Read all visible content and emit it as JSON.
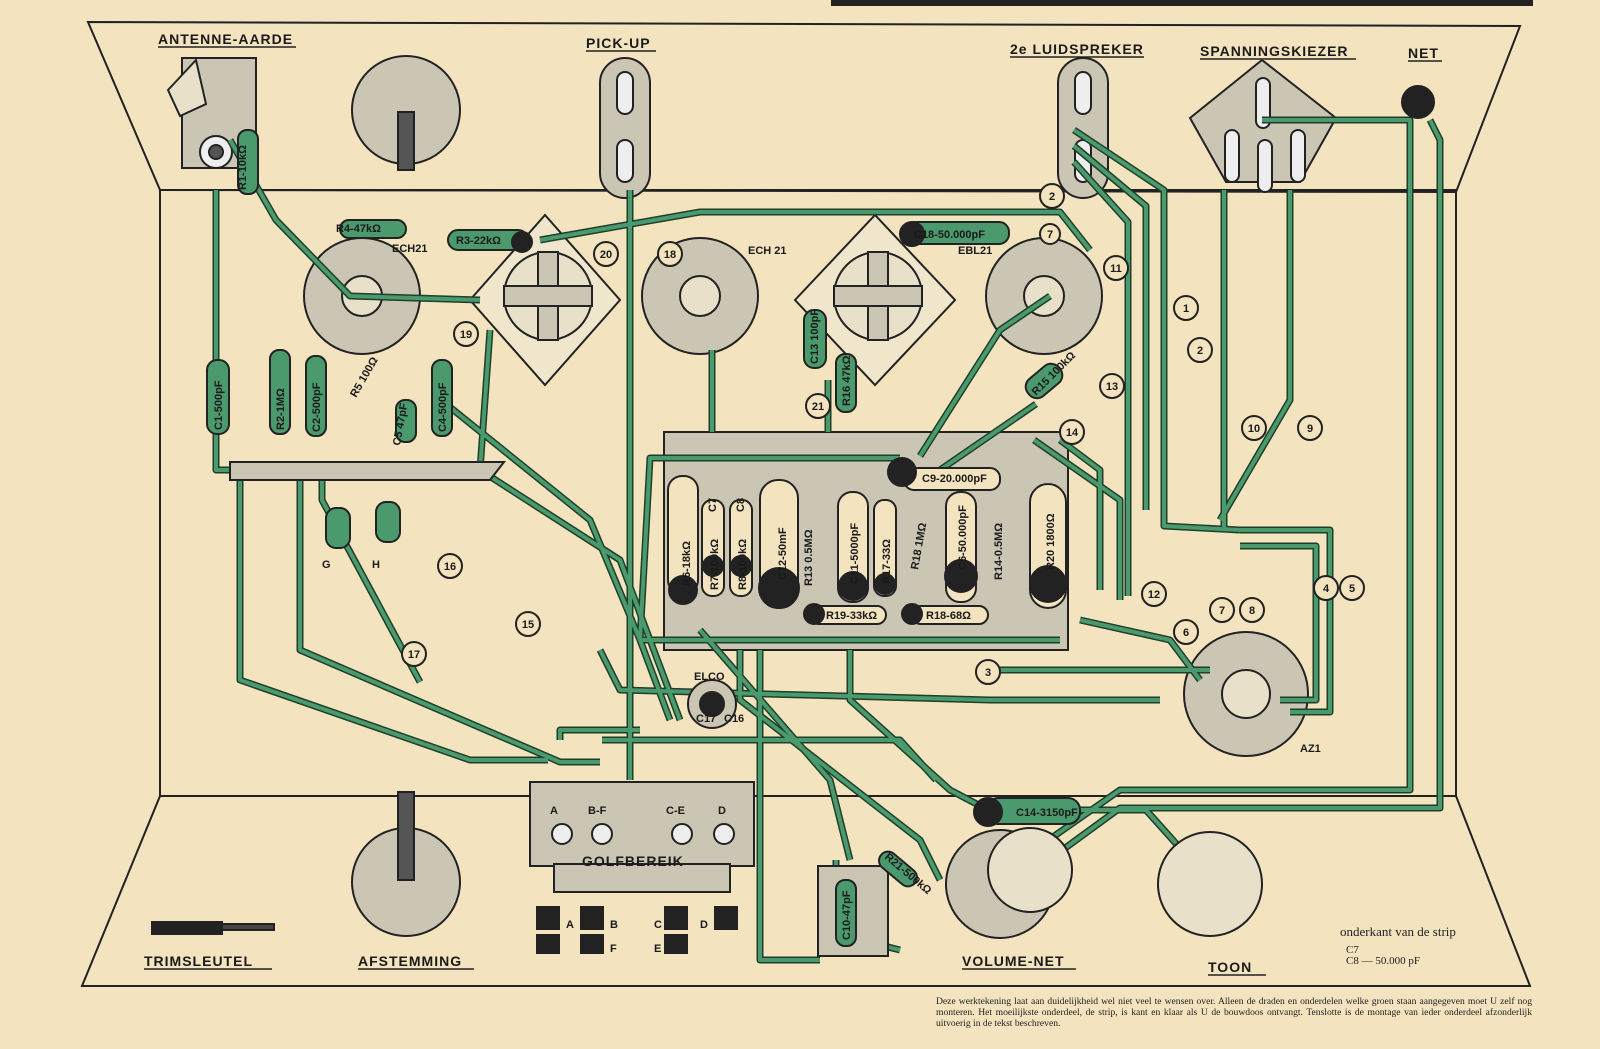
{
  "colors": {
    "paper": "#f3e3bf",
    "wire": "#4a9a6e",
    "chassis_grey": "#cbc5b3",
    "ink": "#1a1a1a"
  },
  "labels": {
    "antenne": "ANTENNE-AARDE",
    "pickup": "PICK-UP",
    "luidspreker": "2e LUIDSPREKER",
    "spanningskiezer": "SPANNINGSKIEZER",
    "net": "NET",
    "ech21_left": "ECH21",
    "ech21_mid": "ECH 21",
    "ebl21": "EBL21",
    "elco": "ELCO",
    "azi": "AZ1",
    "golfbereik": "GOLFBEREIK",
    "trimsleutel": "TRIMSLEUTEL",
    "afstemming": "AFSTEMMING",
    "volume_net": "VOLUME-NET",
    "toon": "TOON",
    "g": "G",
    "h": "H",
    "switch_a": "A",
    "switch_bf": "B-F",
    "switch_ce": "C-E",
    "switch_d": "D",
    "sw_A": "A",
    "sw_B": "B",
    "sw_F": "F",
    "sw_C": "C",
    "sw_E": "E",
    "sw_D": "D"
  },
  "components": {
    "r1": "R1-10kΩ",
    "r2": "R2-1MΩ",
    "r3": "R3-22kΩ",
    "r4": "R4-47kΩ",
    "r5": "R5 100Ω",
    "r6": "R6-18kΩ",
    "r7": "R7-100kΩ",
    "r8": "R8-100kΩ",
    "r13": "R13 0.5MΩ",
    "r14": "R14-0.5MΩ",
    "r15": "R15 100kΩ",
    "r16": "R16 47kΩ",
    "r17": "R17-33Ω",
    "r18": "R18 1MΩ",
    "r19": "R19-33kΩ",
    "r18b": "R18-68Ω",
    "r20": "R20 1800Ω",
    "c1": "C1-500pF",
    "c2": "C2-500pF",
    "c4": "C4-500pF",
    "c5": "C5 47pF",
    "c6": "C6-50.000pF",
    "c7": "C7",
    "c8": "C8",
    "c9": "C9-20.000pF",
    "c10": "C10-47pF",
    "c11": "C11-5000pF",
    "c12": "C12-50mF",
    "c13": "C13 100pF",
    "c14": "C14-3150pF",
    "c16": "C16",
    "c17": "C17",
    "c18": "C18-50.000pF",
    "r21": "R21-500kΩ"
  },
  "numbers": [
    "1",
    "2",
    "3",
    "4",
    "5",
    "6",
    "7",
    "8",
    "9",
    "10",
    "11",
    "12",
    "13",
    "14",
    "15",
    "16",
    "17",
    "18",
    "19",
    "20",
    "21",
    "2",
    "7"
  ],
  "strip": {
    "title": "onderkant van de strip",
    "c7": "C7",
    "c8": "C8",
    "value": "— 50.000 pF"
  },
  "note": "Deze werktekening laat aan duidelijkheid wel niet veel te wensen over. Alleen de draden en onderdelen welke groen staan aangegeven moet U zelf nog monteren. Het moeilijkste onderdeel, de strip, is kant en klaar als U de bouwdoos ontvangt. Tenslotte is de montage van ieder onderdeel afzonderlijk uitvoerig in de tekst beschreven."
}
